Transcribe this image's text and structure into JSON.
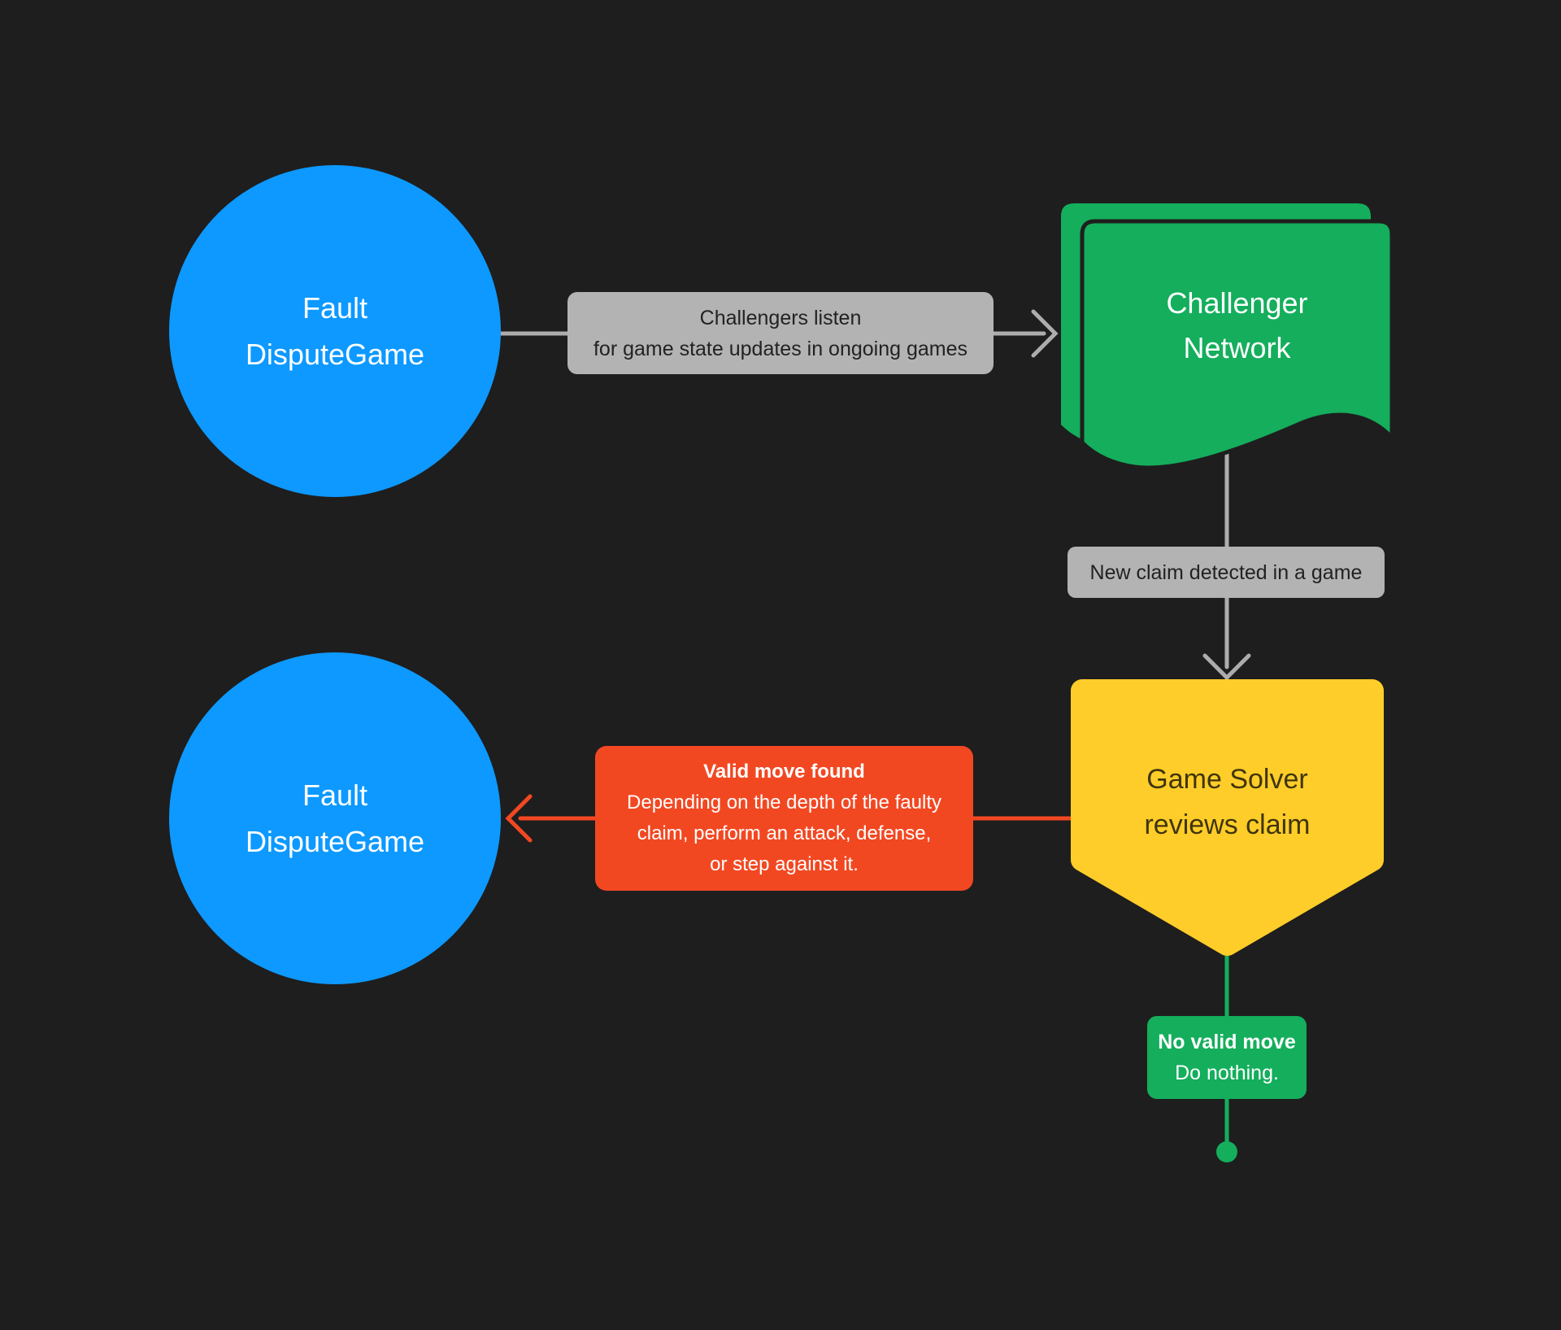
{
  "diagram": {
    "background": "#1E1E1E",
    "palette": {
      "node_blue": "#0D99FF",
      "node_green": "#14AE5C",
      "node_yellow": "#FFCD29",
      "label_red": "#F24822",
      "label_gray": "#B3B3B3",
      "connector_gray": "#ADADAD",
      "dark_text_on_gray": "#222222",
      "dark_text_on_yellow": "#3F350C",
      "white_text": "#FFFFFF"
    },
    "nodes": {
      "fault_dispute_game_top": {
        "shape": "circle",
        "lines": [
          "Fault",
          "DisputeGame"
        ]
      },
      "challenger_network": {
        "shape": "document-stack",
        "lines": [
          "Challenger",
          "Network"
        ]
      },
      "game_solver": {
        "shape": "pentagon-down",
        "lines": [
          "Game Solver",
          "reviews claim"
        ]
      },
      "fault_dispute_game_bottom": {
        "shape": "circle",
        "lines": [
          "Fault",
          "DisputeGame"
        ]
      }
    },
    "edges": {
      "listen": {
        "from": "fault_dispute_game_top",
        "to": "challenger_network",
        "direction": "right",
        "label_lines": [
          "Challengers listen",
          "for game state updates in ongoing games"
        ]
      },
      "new_claim": {
        "from": "challenger_network",
        "to": "game_solver",
        "direction": "down",
        "label": "New claim detected in a game"
      },
      "valid_move": {
        "from": "game_solver",
        "to": "fault_dispute_game_bottom",
        "direction": "left",
        "title": "Valid move found",
        "body_lines": [
          "Depending on the depth of the faulty",
          "claim, perform an attack, defense,",
          "or step against it."
        ]
      },
      "no_valid_move": {
        "from": "game_solver",
        "to": "terminal-dot",
        "direction": "down",
        "title": "No valid move",
        "body": "Do nothing."
      }
    }
  }
}
